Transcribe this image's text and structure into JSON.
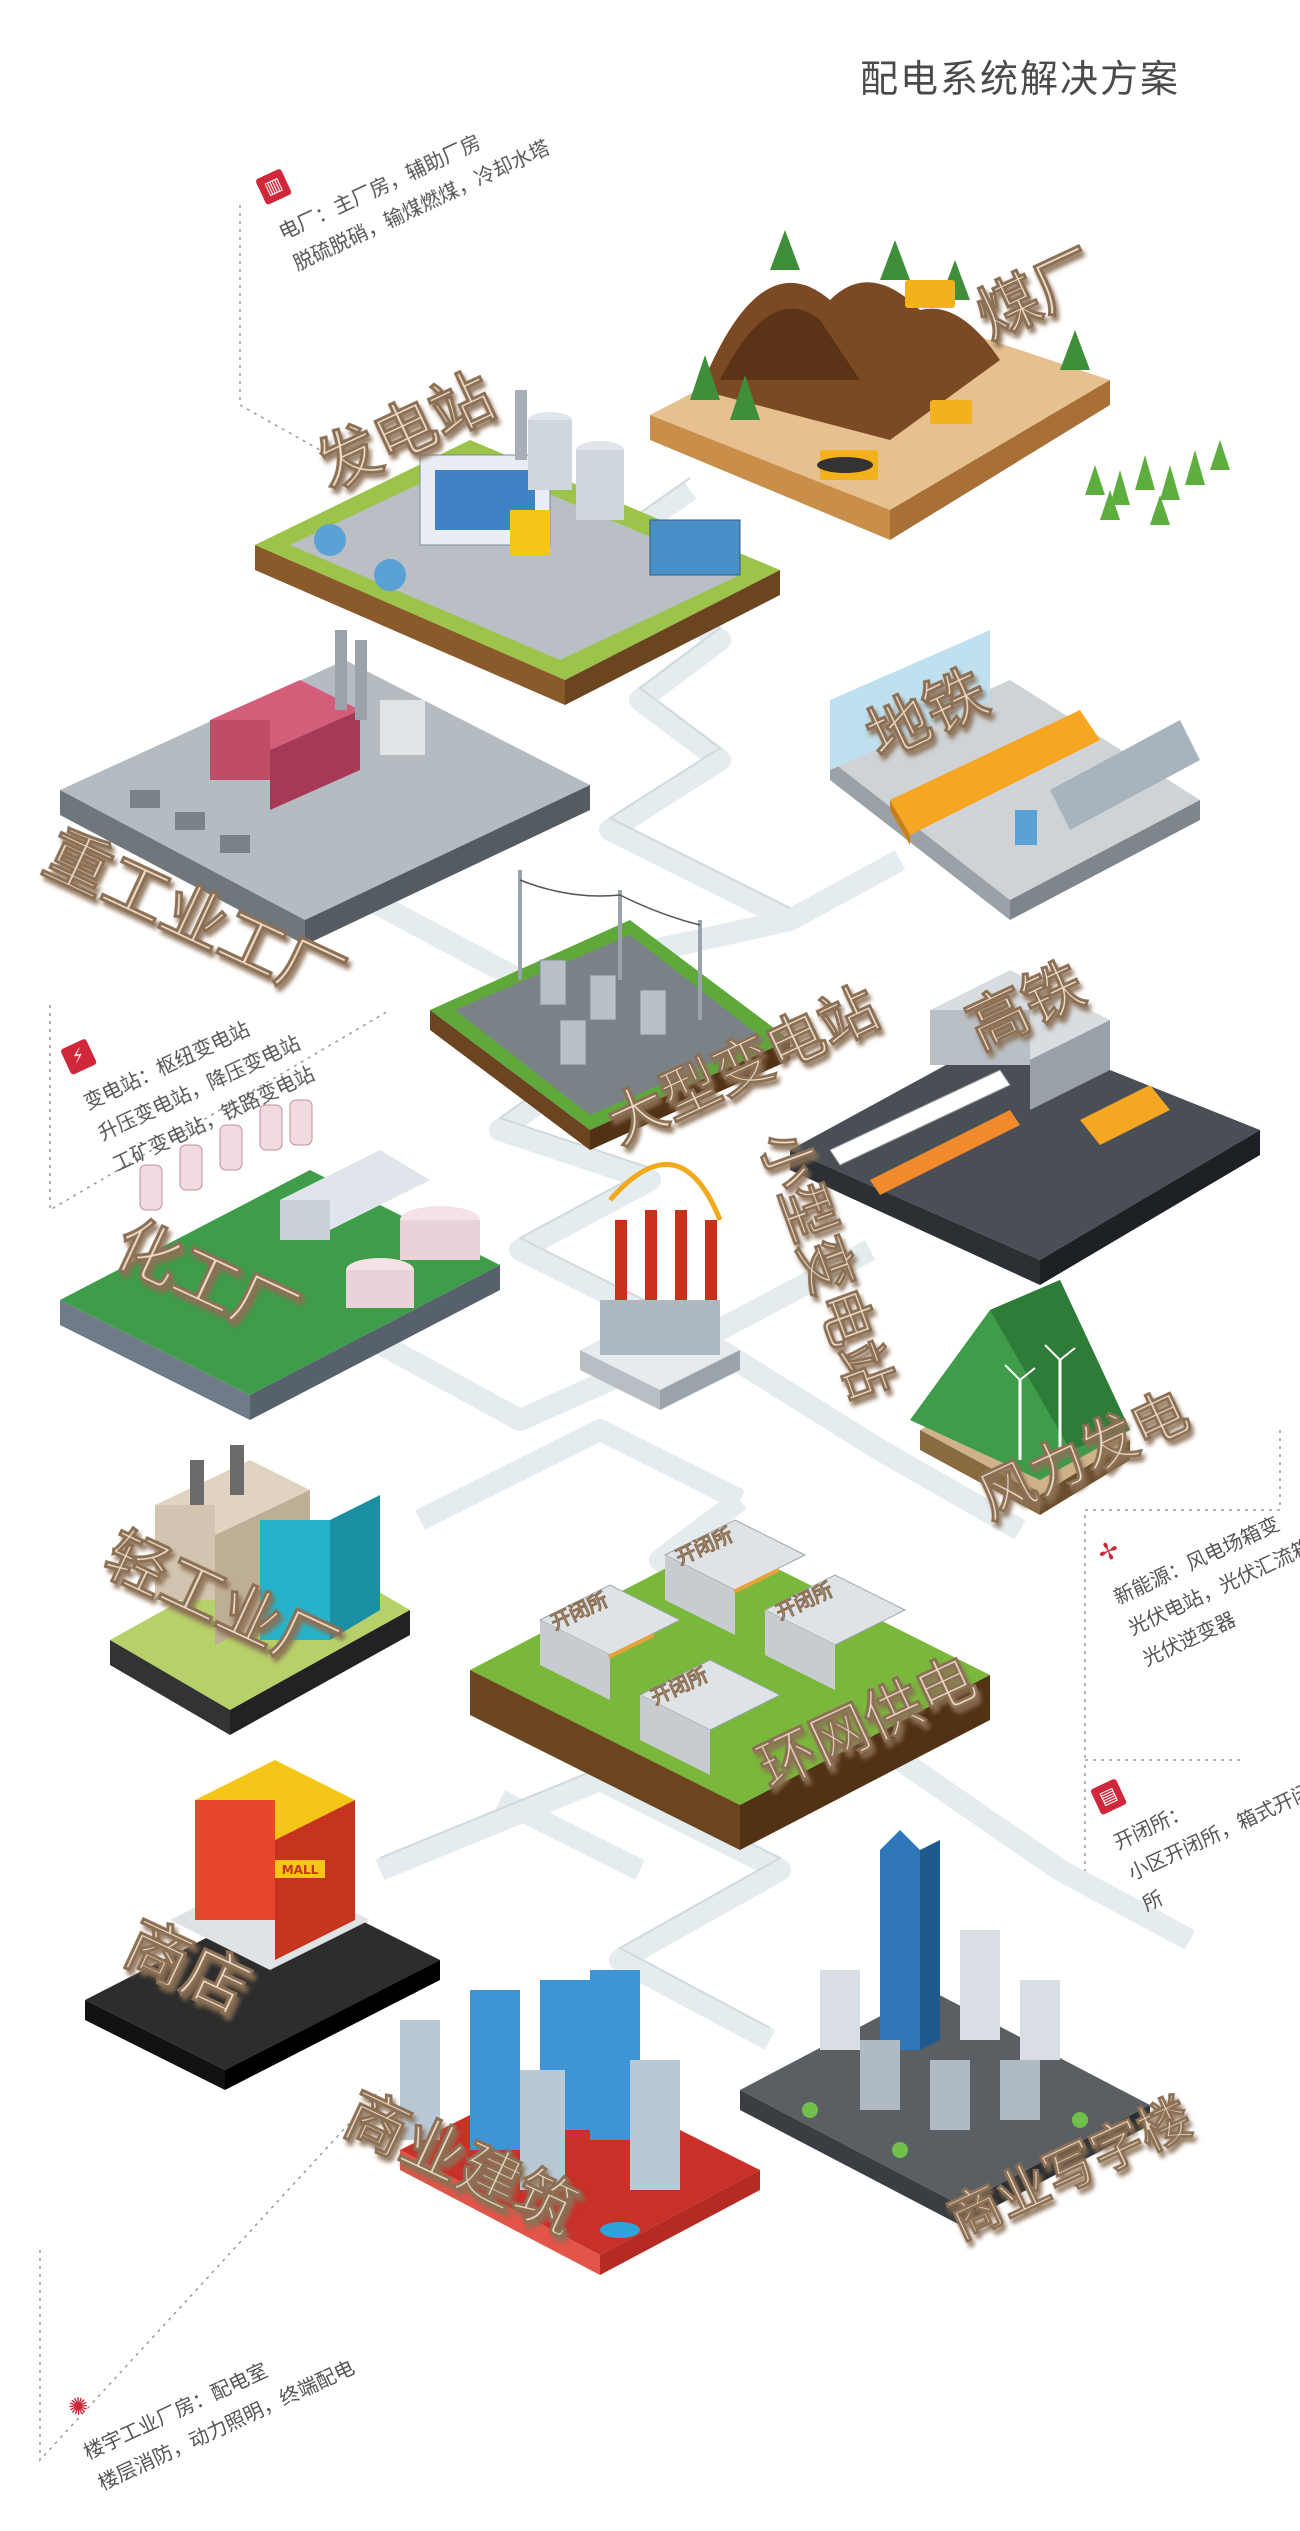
{
  "title": "配电系统解决方案",
  "icons": {
    "factory": "factory-icon",
    "substation": "lightning-icon",
    "wind": "wind-turbine-icon",
    "switch": "switchgear-icon",
    "bulb": "lightbulb-icon"
  },
  "colors": {
    "accent": "#d0283a",
    "grass": "#7ec242",
    "soil": "#8a5a2b",
    "label_3d": "#e9d9c6",
    "road": "#e8eef1"
  },
  "nodes": {
    "coal": "煤厂",
    "power_plant": "发电站",
    "heavy_industry": "重工业工厂",
    "metro": "地铁",
    "large_substation": "大型变电站",
    "high_speed_rail": "高铁",
    "chemical": "化工厂",
    "small_substation": "小型变电站",
    "wind_power": "风力发电",
    "light_industry": "轻工业厂",
    "ring_network": "环网供电",
    "switch_station": "开闭所",
    "shop": "商店",
    "commercial_building": "商业建筑",
    "office": "商业写字楼",
    "mall": "MALL"
  },
  "notes": {
    "power_plant": [
      "电厂：主厂房，辅助厂房",
      "脱硫脱硝，输煤燃煤，冷却水塔"
    ],
    "substation": [
      "变电站：枢纽变电站",
      "升压变电站，降压变电站",
      "工矿变电站，铁路变电站"
    ],
    "new_energy": [
      "新能源：风电场箱变",
      "光伏电站，光伏汇流箱",
      "光伏逆变器"
    ],
    "switch_station": [
      "开闭所：",
      "小区开闭所，箱式开闭所"
    ],
    "building": [
      "楼宇工业厂房：配电室",
      "楼层消防，动力照明，终端配电"
    ]
  }
}
